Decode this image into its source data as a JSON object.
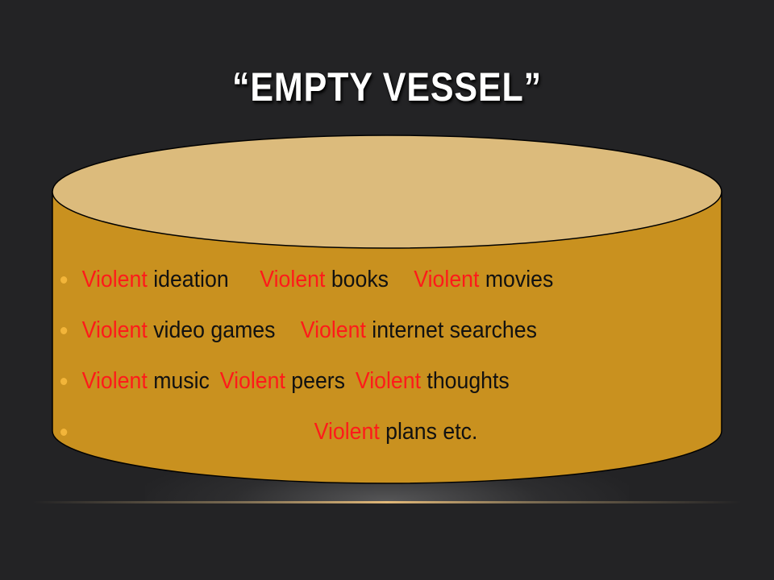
{
  "slide": {
    "title": "“EMPTY VESSEL”",
    "colors": {
      "background": "#232325",
      "cylinder_side": "#c9911f",
      "cylinder_top": "#dcbb7c",
      "accent_red": "#ff1a1a",
      "bullet": "#f2b53a"
    },
    "bullets": [
      [
        {
          "red": "Violent",
          "text": " ideation"
        },
        {
          "red": "Violent",
          "text": " books"
        },
        {
          "red": "Violent",
          "text": " movies"
        }
      ],
      [
        {
          "red": "Violent",
          "text": " video games"
        },
        {
          "red": "Violent",
          "text": " internet searches"
        }
      ],
      [
        {
          "red": "Violent",
          "text": " music"
        },
        {
          "red": "Violent",
          "text": " peers"
        },
        {
          "red": "Violent",
          "text": " thoughts"
        }
      ],
      [
        {
          "red": "Violent",
          "text": " plans etc."
        }
      ]
    ]
  }
}
